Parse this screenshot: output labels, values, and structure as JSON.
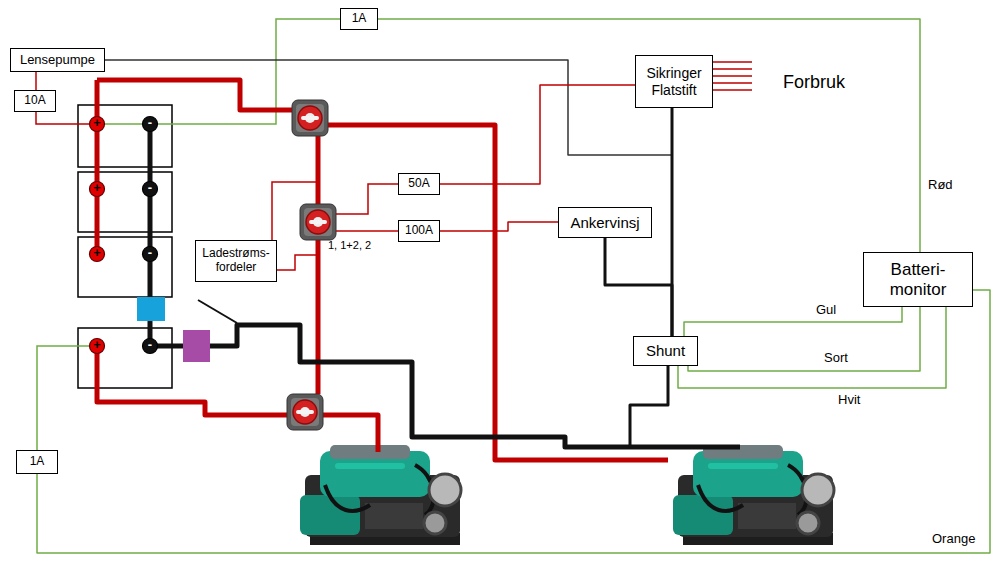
{
  "diagram": {
    "nodes": [
      {
        "text": [
          "1A"
        ]
      },
      {
        "text": [
          "Lensepumpe"
        ]
      },
      {
        "text": [
          "Sikringer Flatstift"
        ]
      },
      {
        "text": [
          "10A"
        ]
      },
      {
        "text": [
          "50A"
        ]
      },
      {
        "text": [
          "Ankervinsj"
        ]
      },
      {
        "text": [
          "100A"
        ]
      },
      {
        "text": [
          "Ladestrøms- fordeler"
        ]
      },
      {
        "text": [
          "Batteri- monitor"
        ]
      },
      {
        "text": [
          "Shunt"
        ]
      },
      {
        "text": [
          "1A"
        ]
      }
    ],
    "edges": [
      {
        "from": 1,
        "to": 3,
        "arrow": "none"
      },
      {
        "from": 1,
        "to": 9,
        "arrow": "none"
      },
      {
        "from": 4,
        "to": 2,
        "arrow": "none"
      },
      {
        "from": 6,
        "to": 5,
        "arrow": "none"
      },
      {
        "from": 2,
        "to": 9,
        "arrow": "none"
      },
      {
        "from": 5,
        "to": 9,
        "arrow": "none"
      },
      {
        "from": 0,
        "to": 8,
        "label": "Rød",
        "arrow": "none"
      },
      {
        "from": 8,
        "to": 9,
        "label": "Gul",
        "arrow": "none"
      },
      {
        "from": 8,
        "to": 9,
        "label": "Sort",
        "arrow": "none"
      },
      {
        "from": 8,
        "to": 9,
        "label": "Hvit",
        "arrow": "none"
      },
      {
        "from": 10,
        "to": 8,
        "label": "Orange",
        "arrow": "none"
      }
    ],
    "labels": [
      "Forbruk",
      "+",
      "-",
      "+",
      "-",
      "1, 1+2, 2",
      "+",
      "-",
      "+",
      "-"
    ]
  }
}
